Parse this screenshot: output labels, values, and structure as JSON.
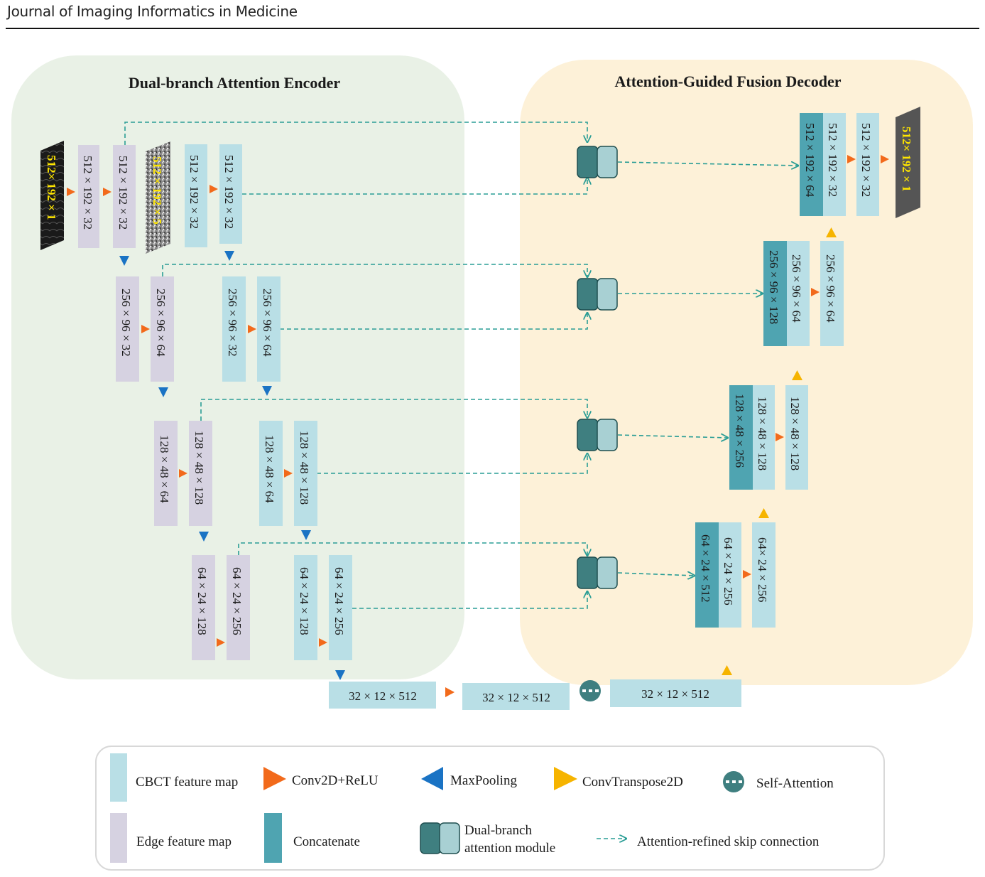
{
  "header": {
    "journal": "Journal of Imaging Informatics in Medicine"
  },
  "encoder": {
    "title": "Dual-branch Attention Encoder",
    "input_image": "512× 192 × 1",
    "edge_image": "512 × 192 × 5",
    "row1": [
      "512 × 192 × 32",
      "512 × 192 × 32",
      "512 × 192 × 32",
      "512 × 192 × 32"
    ],
    "row2": [
      "256 × 96 × 32",
      "256 × 96 × 64",
      "256 × 96 × 32",
      "256 × 96 × 64"
    ],
    "row3": [
      "128 × 48 × 64",
      "128 × 48 × 128",
      "128 × 48 × 64",
      "128 × 48 × 128"
    ],
    "row4": [
      "64 × 24 × 128",
      "64 × 24 × 256",
      "64 × 24 × 128",
      "64 × 24 × 256"
    ]
  },
  "bottleneck": [
    "32 × 12 × 512",
    "32 × 12 × 512",
    "32 × 12 × 512"
  ],
  "decoder": {
    "title": "Attention-Guided Fusion Decoder",
    "row1": [
      "512 × 192 × 64",
      "512 × 192 × 32",
      "512 × 192 × 32"
    ],
    "output_image": "512× 192 × 1",
    "row2": [
      "256 × 96 × 128",
      "256 × 96 × 64",
      "256 × 96 × 64"
    ],
    "row3": [
      "128 × 48 × 256",
      "128 × 48 × 128",
      "128 × 48 × 128"
    ],
    "row4": [
      "64 × 24 × 512",
      "64 × 24 × 256",
      "64× 24 × 256"
    ]
  },
  "legend": {
    "cbct": "CBCT feature map",
    "conv": "Conv2D+ReLU",
    "maxpool": "MaxPooling",
    "convT": "ConvTranspose2D",
    "selfatt": "Self-Attention",
    "edge": "Edge feature map",
    "concat": "Concatenate",
    "dual1": "Dual-branch",
    "dual2": "attention module",
    "skip": "Attention-refined skip connection"
  },
  "colors": {
    "cbct": "#b9dfe6",
    "edge": "#d6d2e1",
    "concat": "#4fa4b1",
    "conv": "#f26a1b",
    "maxpool": "#1a73c4",
    "convT": "#f6b400",
    "dark_teal": "#3f7f80",
    "light_teal": "#a8d0d3",
    "encoder_bg": "#e9f1e6",
    "decoder_bg": "#fdf1d8",
    "skip_line": "#2a9d95"
  }
}
